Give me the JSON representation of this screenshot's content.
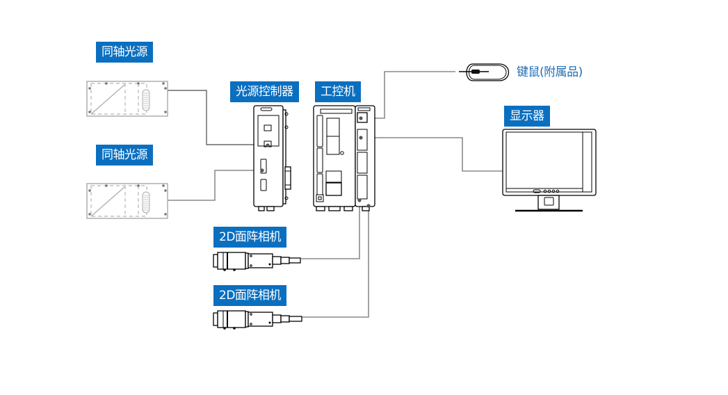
{
  "diagram": {
    "title_colors": {
      "label_bg": "#0b6fc0",
      "label_text": "#ffffff",
      "plain_label": "#1f6db4",
      "wire": "#8a8a8a"
    },
    "components": {
      "coaxial_light_1": {
        "label": "同轴光源",
        "icon": "coaxial-light-icon"
      },
      "coaxial_light_2": {
        "label": "同轴光源",
        "icon": "coaxial-light-icon"
      },
      "light_controller": {
        "label": "光源控制器",
        "icon": "light-controller-icon"
      },
      "industrial_pc": {
        "label": "工控机",
        "icon": "industrial-pc-icon"
      },
      "keyboard_mouse": {
        "label": "键鼠(附属品)",
        "icon": "mouse-icon"
      },
      "monitor": {
        "label": "显示器",
        "icon": "monitor-icon"
      },
      "camera_1": {
        "label": "2D面阵相机",
        "icon": "area-camera-icon"
      },
      "camera_2": {
        "label": "2D面阵相机",
        "icon": "area-camera-icon"
      }
    },
    "connections": [
      {
        "from": "coaxial_light_1",
        "to": "light_controller"
      },
      {
        "from": "coaxial_light_2",
        "to": "light_controller"
      },
      {
        "from": "keyboard_mouse",
        "to": "industrial_pc"
      },
      {
        "from": "monitor",
        "to": "industrial_pc"
      },
      {
        "from": "camera_1",
        "to": "industrial_pc"
      },
      {
        "from": "camera_2",
        "to": "industrial_pc"
      }
    ]
  }
}
